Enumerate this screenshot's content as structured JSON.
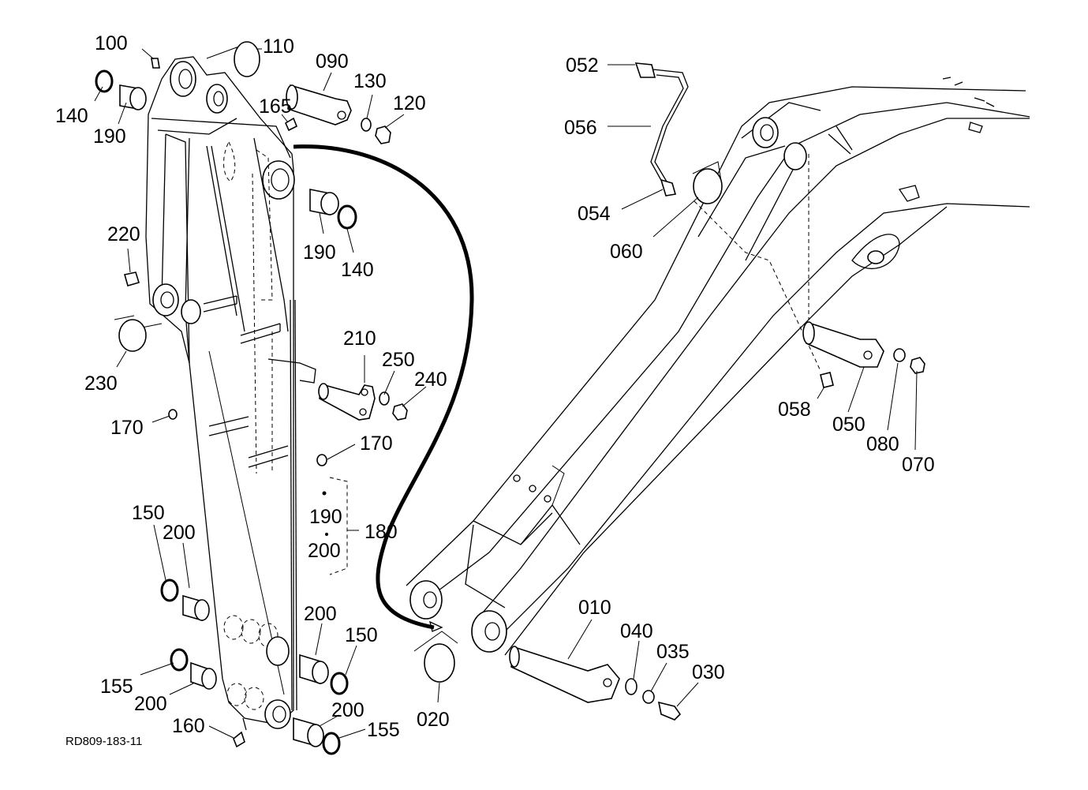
{
  "drawing_code": "RD809-183-11",
  "parts": {
    "p010": "010",
    "p020": "020",
    "p030": "030",
    "p035": "035",
    "p040": "040",
    "p050": "050",
    "p052": "052",
    "p054": "054",
    "p056": "056",
    "p058": "058",
    "p060": "060",
    "p070": "070",
    "p080": "080",
    "p090": "090",
    "p100": "100",
    "p110": "110",
    "p120": "120",
    "p130": "130",
    "p140a": "140",
    "p140b": "140",
    "p150a": "150",
    "p150b": "150",
    "p155a": "155",
    "p155b": "155",
    "p160": "160",
    "p165": "165",
    "p170a": "170",
    "p170b": "170",
    "p180": "180",
    "p190a": "190",
    "p190b": "190",
    "p190c": "190",
    "p200a": "200",
    "p200b": "200",
    "p200c": "200",
    "p200d": "200",
    "p200e": "200",
    "p210": "210",
    "p220": "220",
    "p230": "230",
    "p240": "240",
    "p250": "250"
  }
}
